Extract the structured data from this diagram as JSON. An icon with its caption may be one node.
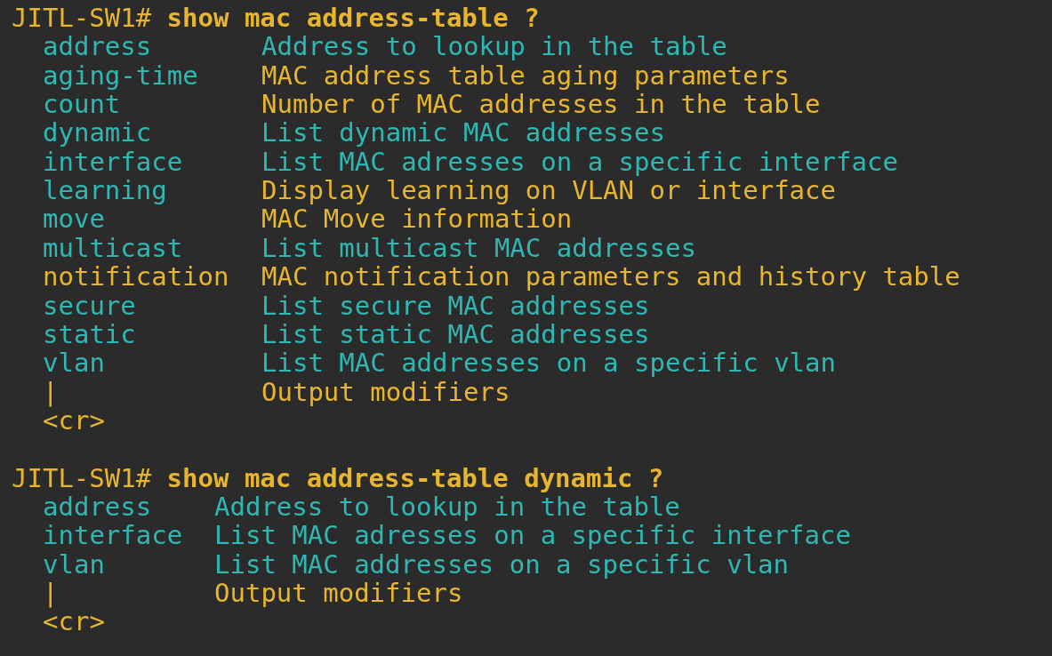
{
  "diagram": {
    "labels": [
      "JITL-SW1# **show mac address-table ?**",
      "address",
      "Address to lookup in the table",
      "aging-time",
      "MAC address table aging parameters",
      "count",
      "Number of MAC addresses in the table",
      "dynamic",
      "List dynamic MAC addresses",
      "interface",
      "List MAC adresses on a specific interface",
      "learning",
      "Display learning on VLAN or interface",
      "move",
      "MAC Move information",
      "multicast",
      "List multicast MAC addresses",
      "notification",
      "MAC notification parameters and history table",
      "secure",
      "List secure MAC addresses",
      "static",
      "List static MAC addresses",
      "vlan",
      "List MAC addresses on a specific vlan",
      "|",
      "Output modifiers",
      "<cr>",
      "JITL-SW1# **show mac address-table dynamic ?**",
      "address",
      "Address to lookup in the table",
      "interface",
      "List MAC adresses on a specific interface",
      "vlan",
      "List MAC addresses on a specific vlan",
      "|",
      "Output modifiers",
      "<cr>"
    ]
  }
}
